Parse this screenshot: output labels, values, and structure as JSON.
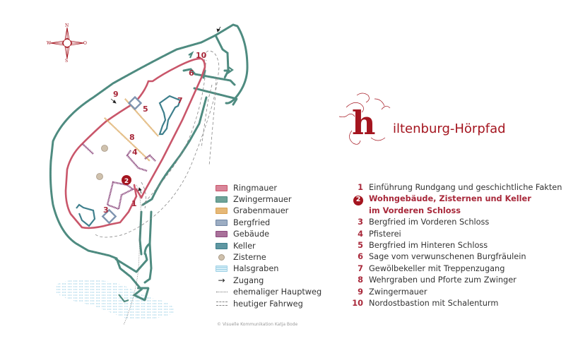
{
  "title": {
    "initial": "H",
    "text": "iltenburg-Hörpfad",
    "full": "Hiltenburg-Hörpfad"
  },
  "compass": {
    "n": "N",
    "s": "S",
    "w": "W",
    "o": "O"
  },
  "colors": {
    "ringmauer": "#c9566a",
    "zwingermauer": "#4e8b80",
    "grabenmauer": "#d9a355",
    "bergfried": "#7e94b0",
    "gebaeude": "#8c4a7e",
    "keller": "#3e7f8c",
    "zisterne": "#a89986",
    "halsgraben": "#9fd1e6",
    "accent": "#a4151f"
  },
  "map_labels": [
    {
      "id": "1",
      "label": "1"
    },
    {
      "id": "2",
      "label": "2"
    },
    {
      "id": "3",
      "label": "3"
    },
    {
      "id": "4",
      "label": "4"
    },
    {
      "id": "5",
      "label": "5"
    },
    {
      "id": "6",
      "label": "6"
    },
    {
      "id": "7",
      "label": "7"
    },
    {
      "id": "8",
      "label": "8"
    },
    {
      "id": "9",
      "label": "9"
    },
    {
      "id": "10",
      "label": "10"
    }
  ],
  "legend": [
    {
      "key": "ringmauer",
      "label": "Ringmauer",
      "icon": "wall-swatch"
    },
    {
      "key": "zwingermauer",
      "label": "Zwingermauer",
      "icon": "wall-swatch"
    },
    {
      "key": "grabenmauer",
      "label": "Grabenmauer",
      "icon": "wall-swatch"
    },
    {
      "key": "bergfried",
      "label": "Bergfried",
      "icon": "tower-swatch"
    },
    {
      "key": "gebaeude",
      "label": "Gebäude",
      "icon": "building-swatch"
    },
    {
      "key": "keller",
      "label": "Keller",
      "icon": "cellar-swatch"
    },
    {
      "key": "zisterne",
      "label": "Zisterne",
      "icon": "cistern-icon"
    },
    {
      "key": "halsgraben",
      "label": "Halsgraben",
      "icon": "moat-swatch"
    },
    {
      "key": "zugang",
      "label": "Zugang",
      "icon": "arrow-right-icon"
    },
    {
      "key": "hauptweg",
      "label": "ehemaliger Hauptweg",
      "icon": "dotted-line-icon"
    },
    {
      "key": "fahrweg",
      "label": "heutiger Fahrweg",
      "icon": "dashed-line-icon"
    }
  ],
  "stations": [
    {
      "num": "1",
      "text": "Einführung Rundgang und geschichtliche Fakten",
      "active": false
    },
    {
      "num": "2",
      "text": "Wohngebäude, Zisternen und Keller im Vorderen Schloss",
      "active": true
    },
    {
      "num": "3",
      "text": "Bergfried im Vorderen Schloss",
      "active": false
    },
    {
      "num": "4",
      "text": "Pfisterei",
      "active": false
    },
    {
      "num": "5",
      "text": "Bergfried im Hinteren Schloss",
      "active": false
    },
    {
      "num": "6",
      "text": "Sage vom verwunschenen Burgfräulein",
      "active": false
    },
    {
      "num": "7",
      "text": "Gewölbekeller mit Treppenzugang",
      "active": false
    },
    {
      "num": "8",
      "text": "Wehrgraben und Pforte zum Zwinger",
      "active": false
    },
    {
      "num": "9",
      "text": "Zwingermauer",
      "active": false
    },
    {
      "num": "10",
      "text": "Nordostbastion mit Schalenturm",
      "active": false
    }
  ],
  "copyright": "© Visuelle Kommunikation Katja Bode"
}
